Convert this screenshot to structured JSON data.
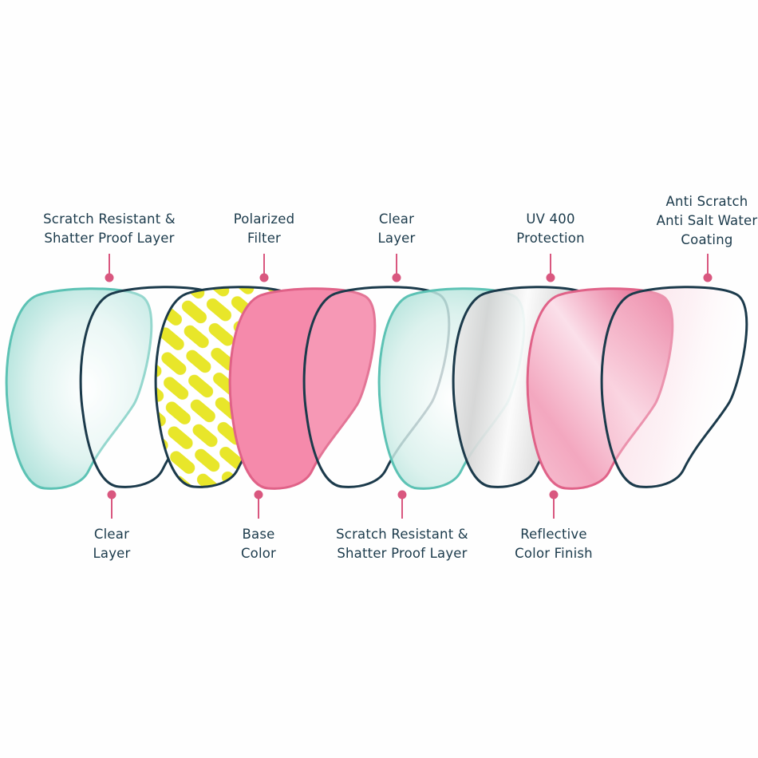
{
  "colors": {
    "navy": "#1b3a4b",
    "teal": "#5cc2b4",
    "pink": "#f58aab",
    "pink_line": "#e06288",
    "yellow": "#e8e62a",
    "connector": "#d9577f"
  },
  "layers_top": [
    {
      "line1": "Scratch Resistant &",
      "line2": "Shatter Proof Layer"
    },
    {
      "line1": "Polarized",
      "line2": "Filter"
    },
    {
      "line1": "Clear",
      "line2": "Layer"
    },
    {
      "line1": "UV 400",
      "line2": "Protection"
    },
    {
      "line1": "Anti Scratch",
      "line2": "Anti Salt Water",
      "line3": "Coating"
    }
  ],
  "layers_bottom": [
    {
      "line1": "Clear",
      "line2": "Layer"
    },
    {
      "line1": "Base",
      "line2": "Color"
    },
    {
      "line1": "Scratch Resistant &",
      "line2": "Shatter Proof Layer"
    },
    {
      "line1": "Reflective",
      "line2": "Color Finish"
    }
  ]
}
